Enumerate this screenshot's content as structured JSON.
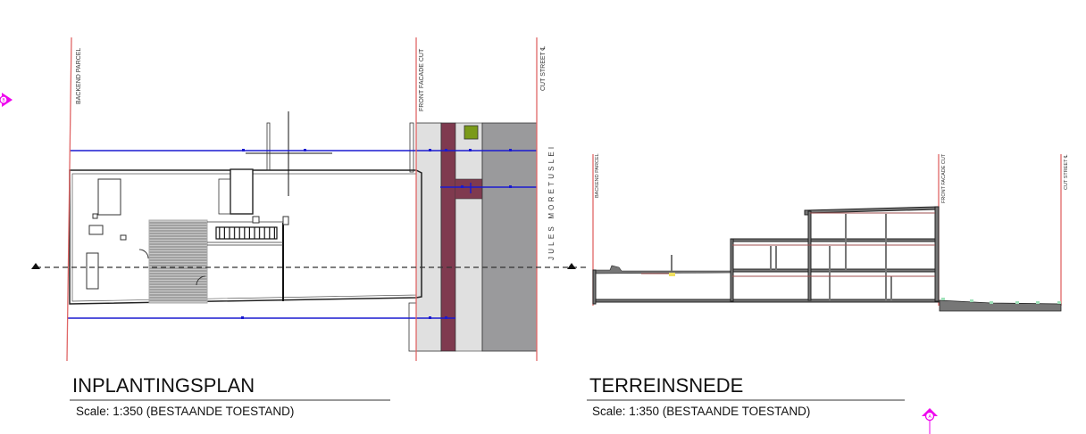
{
  "plan": {
    "title": "INPLANTINGSPLAN",
    "scale": "Scale: 1:350 (BESTAANDE TOESTAND)",
    "labels": {
      "backend_parcel": "BACKEND PARCEL",
      "front_facade_cut": "FRONT FACADE CUT",
      "cut_street": "CUT STREET ℄",
      "street_name": "JULES MORETUSLEI"
    },
    "section_marker": "B"
  },
  "section": {
    "title": "TERREINSNEDE",
    "scale": "Scale: 1:350 (BESTAANDE TOESTAND)",
    "labels": {
      "backend_parcel": "BACKEND PARCEL",
      "front_facade_cut": "FRONT FACADE CUT",
      "cut_street": "CUT STREET ℄"
    },
    "section_marker": "A"
  },
  "colors": {
    "parcel_line": "#e06666",
    "dimension_line": "#1a1ad0",
    "sidewalk": "#e0e0e0",
    "bike_path": "#7f3a4f",
    "road": "#9a9a9c",
    "tree": "#7a9a1a",
    "marker": "#ee00ee",
    "hatch": "#8c8c8c"
  }
}
